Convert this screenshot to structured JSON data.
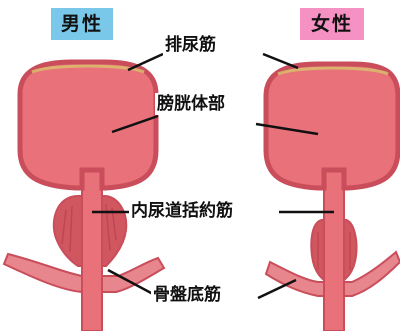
{
  "labels": {
    "male": "男性",
    "female": "女性",
    "detrusor_muscle": "排尿筋",
    "bladder": "膀胱体部",
    "internal_sphincter": "内尿道括約筋",
    "pelvic_floor": "骨盤底筋"
  },
  "colors": {
    "male_badge": "#79c8ea",
    "female_badge": "#f592c3",
    "organ_fill": "#e8717a",
    "organ_outline": "#c94d5a",
    "wall_highlight": "#d8c36b",
    "sphincter_fill": "#d0565f",
    "pelvic_muscle": "#e7868d"
  }
}
